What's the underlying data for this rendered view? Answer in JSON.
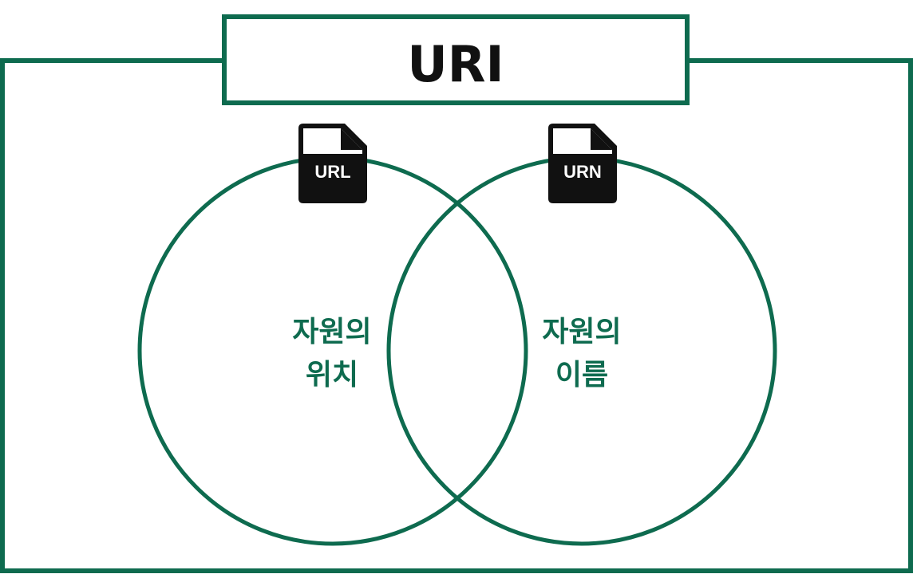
{
  "colors": {
    "accent": "#0e6b4f",
    "icon": "#111111"
  },
  "title": "URI",
  "sets": [
    {
      "icon": "document-file-icon",
      "badge": "URL",
      "label_line1": "자원의",
      "label_line2": "위치"
    },
    {
      "icon": "document-file-icon",
      "badge": "URN",
      "label_line1": "자원의",
      "label_line2": "이름"
    }
  ]
}
